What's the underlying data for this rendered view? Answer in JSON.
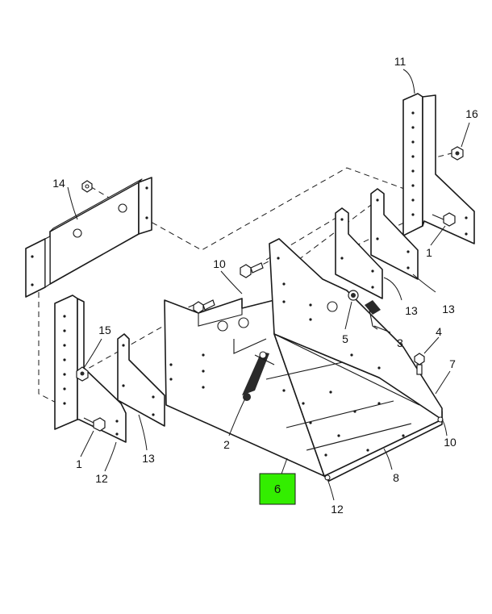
{
  "diagram": {
    "highlight_color": "#33ee00",
    "highlighted_callout": "6",
    "callouts": [
      {
        "id": "c1a",
        "text": "1"
      },
      {
        "id": "c1b",
        "text": "1"
      },
      {
        "id": "c2",
        "text": "2"
      },
      {
        "id": "c3",
        "text": "3"
      },
      {
        "id": "c4",
        "text": "4"
      },
      {
        "id": "c5",
        "text": "5"
      },
      {
        "id": "c7",
        "text": "7"
      },
      {
        "id": "c8",
        "text": "8"
      },
      {
        "id": "c10a",
        "text": "10"
      },
      {
        "id": "c10b",
        "text": "10"
      },
      {
        "id": "c11",
        "text": "11"
      },
      {
        "id": "c12a",
        "text": "12"
      },
      {
        "id": "c12b",
        "text": "12"
      },
      {
        "id": "c13a",
        "text": "13"
      },
      {
        "id": "c13b",
        "text": "13"
      },
      {
        "id": "c13c",
        "text": "13"
      },
      {
        "id": "c14",
        "text": "14"
      },
      {
        "id": "c15",
        "text": "15"
      },
      {
        "id": "c16",
        "text": "16"
      }
    ]
  }
}
